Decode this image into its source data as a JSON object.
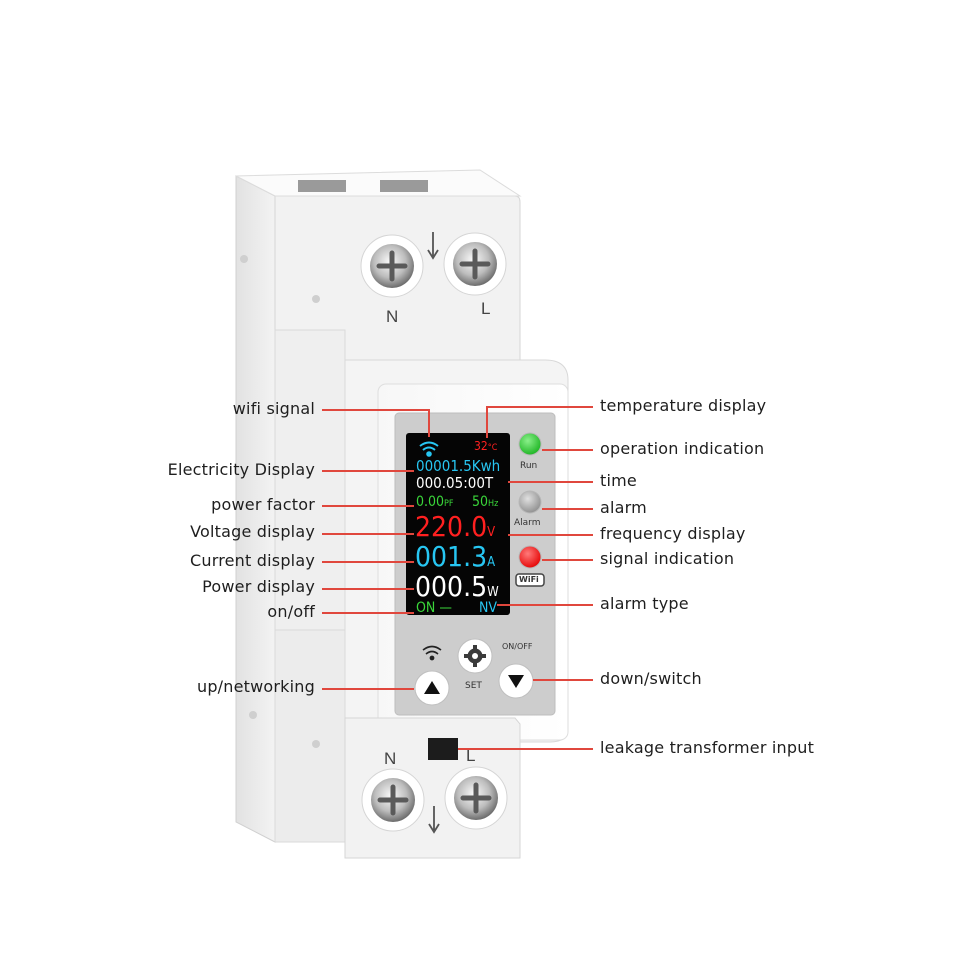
{
  "device": {
    "top_terminals": [
      "N",
      "L"
    ],
    "bottom_terminals": [
      "N",
      "L"
    ],
    "screen": {
      "temperature": "32",
      "temperature_unit": "°C",
      "energy": "00001.5Kwh",
      "time": "000.05:00T",
      "power_factor": "0.00",
      "power_factor_unit": "PF",
      "frequency": "50",
      "frequency_unit": "Hz",
      "voltage": "220.0",
      "voltage_unit": "V",
      "current": "001.3",
      "current_unit": "A",
      "power": "000.5",
      "power_unit": "W",
      "state": "ON —",
      "alarm_type": "NV"
    },
    "indicators": {
      "run": {
        "label": "Run",
        "color": "#2ecc40"
      },
      "alarm": {
        "label": "Alarm",
        "color": "#9a9a9a"
      },
      "signal": {
        "label": "WiFi",
        "color": "#ff1a1a"
      }
    },
    "buttons": {
      "set": "SET",
      "onoff": "ON/OFF"
    }
  },
  "callouts": {
    "left": [
      "wifi signal",
      "Electricity Display",
      "power factor",
      "Voltage display",
      "Current display",
      "Power display",
      "on/off",
      "up/networking"
    ],
    "right": [
      "temperature display",
      "operation indication",
      "time",
      "alarm",
      "frequency display",
      "signal indication",
      "alarm type",
      "down/switch",
      "leakage transformer input"
    ]
  },
  "colors": {
    "leader": "#e0473d",
    "lcd_cyan": "#27c6f2",
    "lcd_red": "#ff2020",
    "lcd_green": "#3ad63a",
    "lcd_white": "#ffffff"
  }
}
